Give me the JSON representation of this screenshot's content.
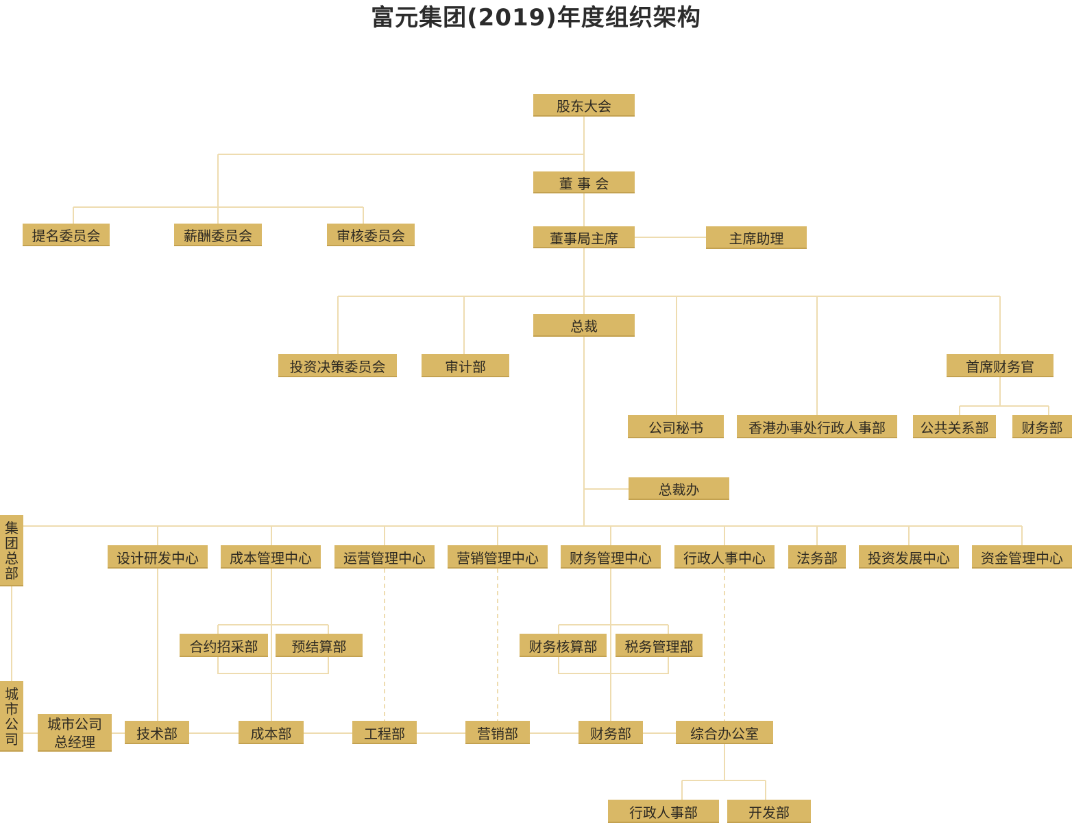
{
  "title": "富元集团(2019)年度组织架构",
  "colors": {
    "box": "#d9b866",
    "line": "#eedcb0",
    "text": "#2e2a22"
  },
  "nodes": {
    "shareholders": "股东大会",
    "board": "董 事 会",
    "nomination": "提名委员会",
    "compensation": "薪酬委员会",
    "audit_committee": "审核委员会",
    "chairman": "董事局主席",
    "chairman_assistant": "主席助理",
    "president": "总裁",
    "investment_committee": "投资决策委员会",
    "audit_dept": "审计部",
    "cfo": "首席财务官",
    "company_secretary": "公司秘书",
    "hk_office": "香港办事处行政人事部",
    "public_relations": "公共关系部",
    "finance_dept_top": "财务部",
    "president_office": "总裁办",
    "group_hq": "集团总部",
    "design_center": "设计研发中心",
    "cost_center": "成本管理中心",
    "operations_center": "运营管理中心",
    "marketing_center": "营销管理中心",
    "finance_center": "财务管理中心",
    "admin_center": "行政人事中心",
    "legal_dept": "法务部",
    "investment_dev_center": "投资发展中心",
    "treasury_center": "资金管理中心",
    "procurement_dept": "合约招采部",
    "settlement_dept": "预结算部",
    "accounting_dept": "财务核算部",
    "tax_dept": "税务管理部",
    "city_company": "城市公司",
    "city_gm_line1": "城市公司",
    "city_gm_line2": "总经理",
    "tech_dept": "技术部",
    "cost_dept": "成本部",
    "engineering_dept": "工程部",
    "sales_dept": "营销部",
    "finance_dept_city": "财务部",
    "general_office": "综合办公室",
    "admin_hr_dept": "行政人事部",
    "development_dept": "开发部"
  }
}
